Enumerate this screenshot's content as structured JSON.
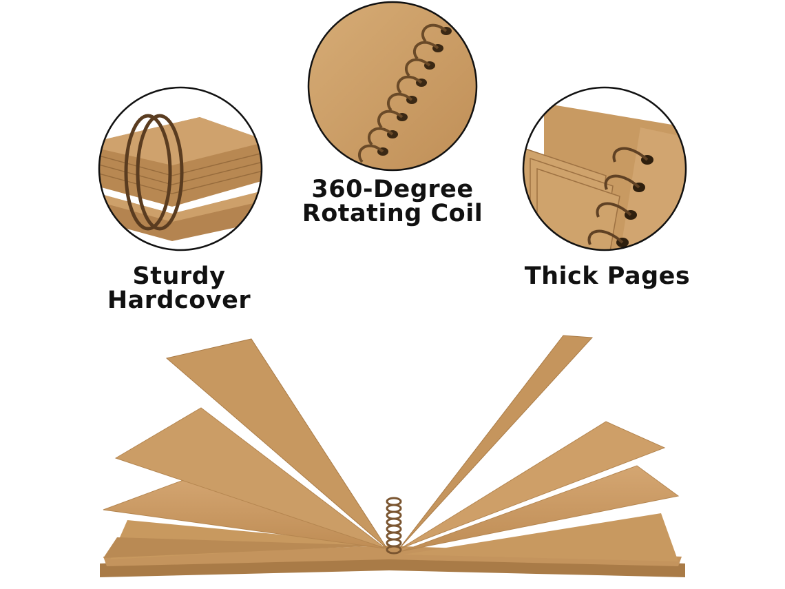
{
  "features": {
    "coil": {
      "lines": [
        "360-Degree",
        "Rotating Coil"
      ]
    },
    "cover": {
      "lines": [
        "Sturdy",
        "Hardcover"
      ]
    },
    "pages": {
      "lines": [
        "Thick Pages"
      ]
    }
  },
  "colors": {
    "kraft": "#c79a64",
    "kraft_light": "#d8ae78",
    "kraft_dark": "#a67a48",
    "ring": "#6b4a2a",
    "outline": "#111111"
  }
}
